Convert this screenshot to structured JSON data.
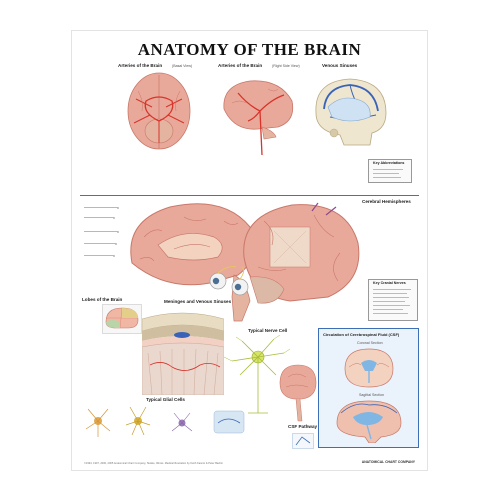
{
  "title": "ANATOMY OF THE BRAIN",
  "sections": {
    "arteries_base": "Arteries of the Brain",
    "arteries_base_sub": "(Basal View)",
    "arteries_lateral": "Arteries of the Brain",
    "arteries_lateral_sub": "(Right Side View)",
    "venous_sinuses": "Venous Sinuses",
    "cerebral_hemispheres": "Cerebral Hemispheres",
    "lobes": "Lobes of the Brain",
    "meninges": "Meninges and Venous Sinuses",
    "nerve_cell": "Typical Nerve Cell",
    "glial_cells": "Typical Glial Cells",
    "csf_circulation": "Circulation of Cerebrospinal Fluid (CSF)",
    "coronal": "Coronal Section",
    "sagittal": "Sagittal Section",
    "csf_pathway": "CSF Pathway",
    "key_abbrev": "Key Abbreviations",
    "key_cranial": "Key Cranial Nerves"
  },
  "footer": "©1994, 1997, 2000, 2005 Anatomical Chart Company, Skokie, Illinois. Medical Illustration by Keith Kasnot & Peter Bachin",
  "logo": "ANATOMICAL CHART COMPANY",
  "colors": {
    "brain": "#e9a99a",
    "brain_dark": "#c8786a",
    "artery": "#d8342c",
    "vein": "#3a63b8",
    "csf": "#7fb6e4",
    "accent_blue": "#3d6fb6"
  }
}
